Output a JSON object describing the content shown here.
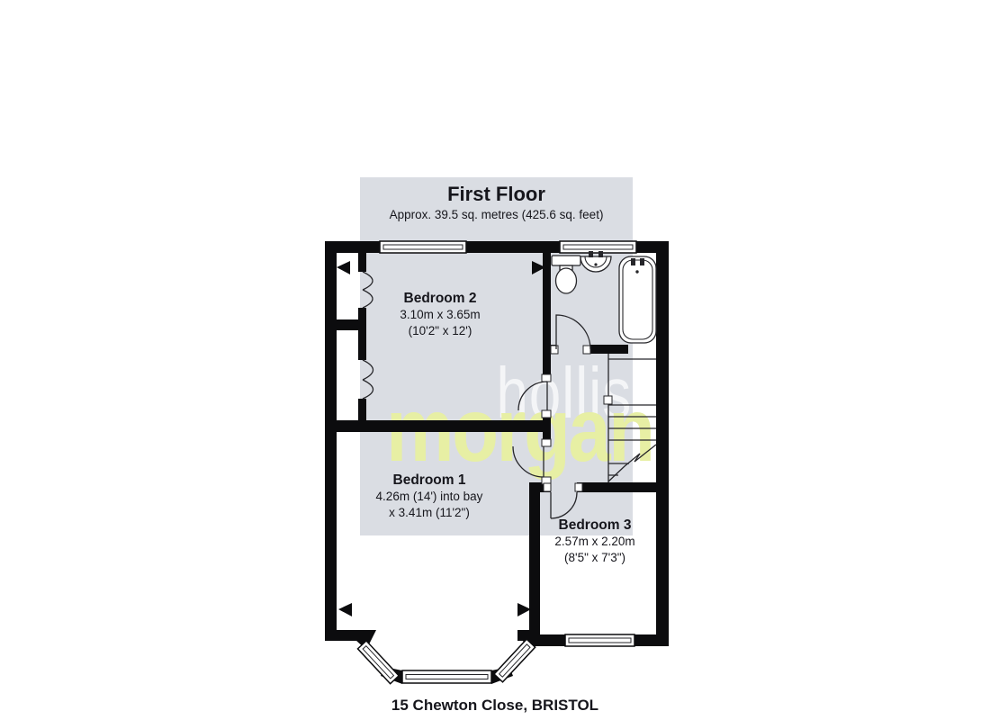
{
  "header": {
    "title": "First Floor",
    "subtitle": "Approx.  39.5 sq. metres (425.6 sq. feet)"
  },
  "rooms": [
    {
      "name": "Bedroom 2",
      "dim_metric": "3.10m x 3.65m",
      "dim_imperial": "(10'2\" x 12')"
    },
    {
      "name": "Bedroom 1",
      "dim_metric": "4.26m (14') into bay",
      "dim_imperial": "x 3.41m (11'2\")"
    },
    {
      "name": "Bedroom 3",
      "dim_metric": "2.57m x 2.20m",
      "dim_imperial": "(8'5\" x 7'3\")"
    }
  ],
  "watermark": {
    "line1": "hollis",
    "line2": "morgan"
  },
  "footer": {
    "address": "15 Chewton Close, BRISTOL"
  },
  "fixtures": {
    "bathroom": [
      "toilet-icon",
      "sink-icon",
      "bathtub-icon"
    ],
    "stairs": "staircase-icon"
  },
  "colors": {
    "band": "#dadde3",
    "wall": "#0c0c0e",
    "line": "#26262a",
    "wm1": "#f4f5f7",
    "wm2": "#e7efa4",
    "ink": "#16161c"
  }
}
